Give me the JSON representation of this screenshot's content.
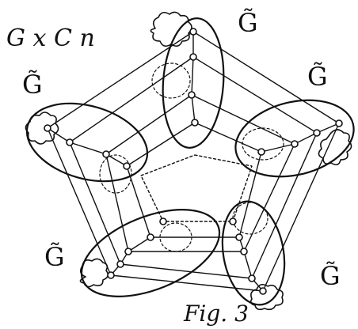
{
  "title": "G x C n",
  "caption": "Fig. 3",
  "copy_label": "G̃",
  "copies": [
    {
      "id": "top",
      "label": "G̃"
    },
    {
      "id": "right",
      "label": "G̃"
    },
    {
      "id": "bottom-right",
      "label": "G̃"
    },
    {
      "id": "bottom-left",
      "label": "G̃"
    },
    {
      "id": "left",
      "label": "G̃"
    }
  ],
  "ink_color": "#111111",
  "background_color": "#ffffff"
}
